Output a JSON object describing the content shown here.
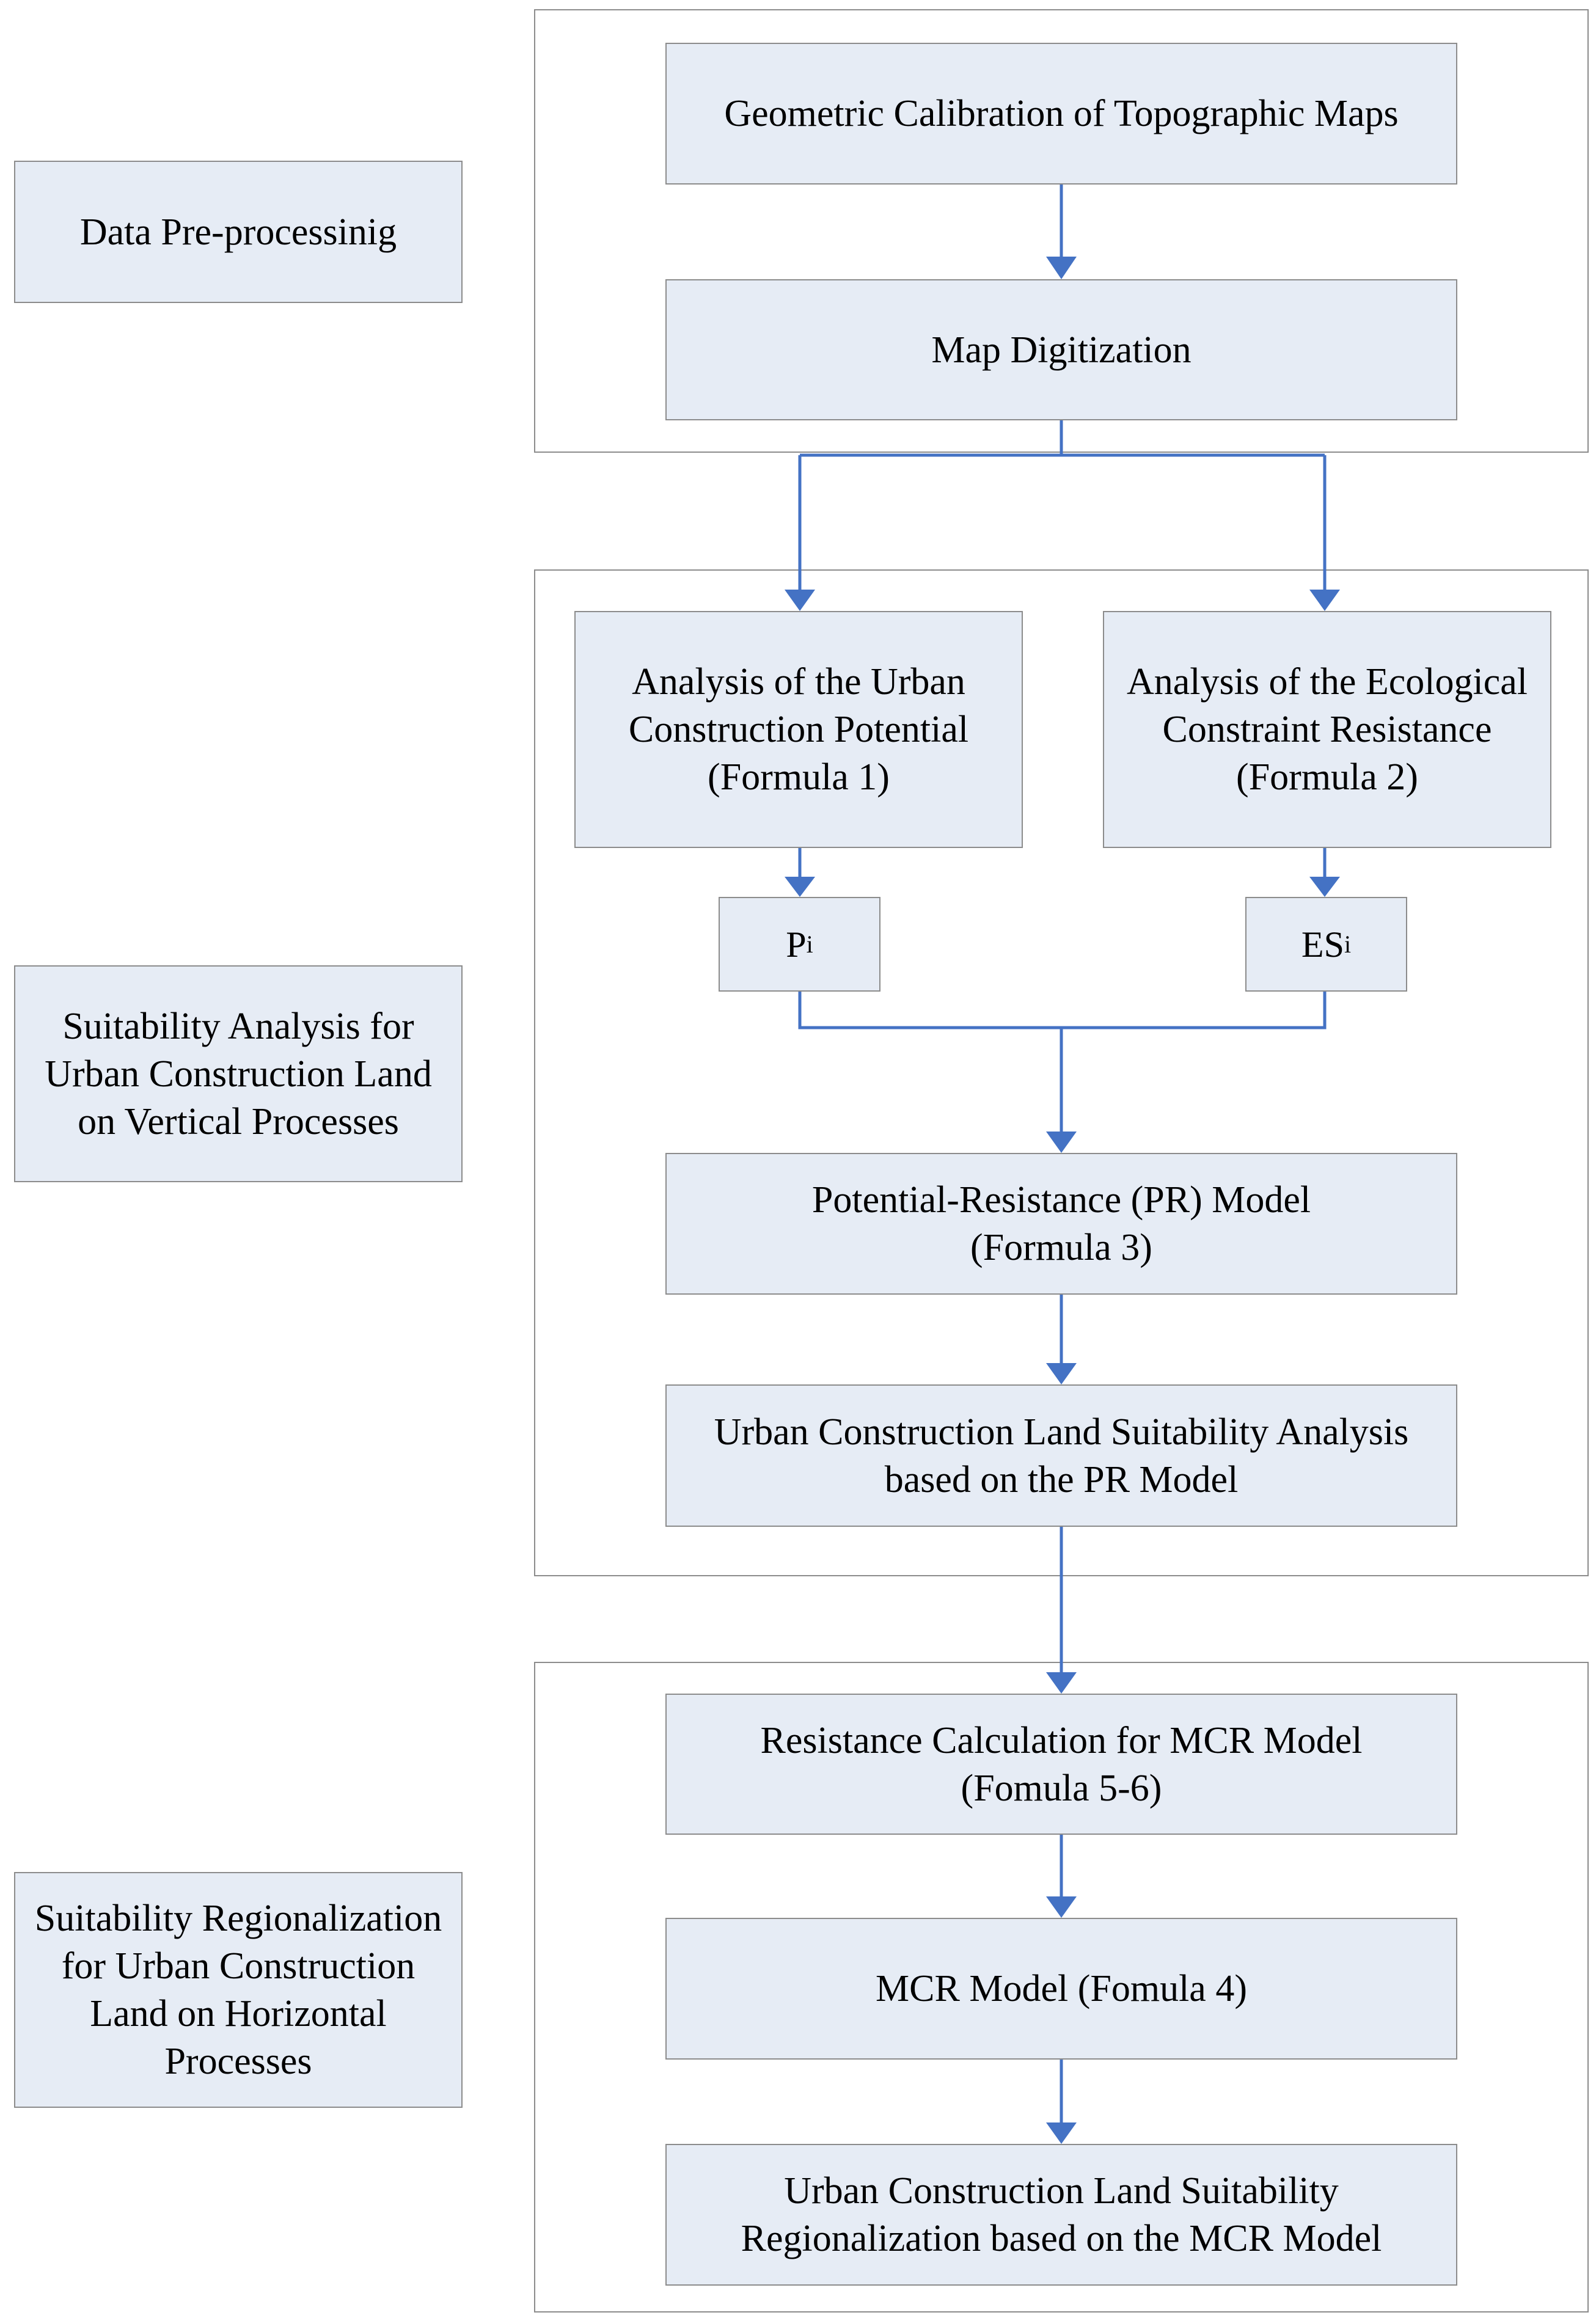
{
  "colors": {
    "box_fill": "#e6ecf5",
    "box_border": "#8c8c8c",
    "arrow": "#4472c4"
  },
  "stages": {
    "preprocessing": "Data Pre-processinig",
    "vertical": "Suitability Analysis for\nUrban Construction Land\non Vertical Processes",
    "horizontal": "Suitability Regionalization\nfor Urban Construction\nLand on Horizontal\nProcesses"
  },
  "steps": {
    "calibration": "Geometric Calibration of Topographic Maps",
    "digitization": "Map Digitization",
    "potential": "Analysis of the Urban\nConstruction Potential\n(Formula 1)",
    "resistance": "Analysis of the Ecological\nConstraint Resistance\n(Formula 2)",
    "p_base": "P",
    "p_sub": "i",
    "es_base": "ES",
    "es_sub": "i",
    "pr_model": "Potential-Resistance (PR) Model\n(Formula 3)",
    "pr_suitability": "Urban Construction Land Suitability Analysis\nbased on the PR Model",
    "mcr_resistance": "Resistance Calculation for MCR Model\n(Fomula 5-6)",
    "mcr_model": "MCR Model (Fomula 4)",
    "mcr_regionalization": "Urban Construction Land Suitability\nRegionalization based on the MCR Model"
  }
}
